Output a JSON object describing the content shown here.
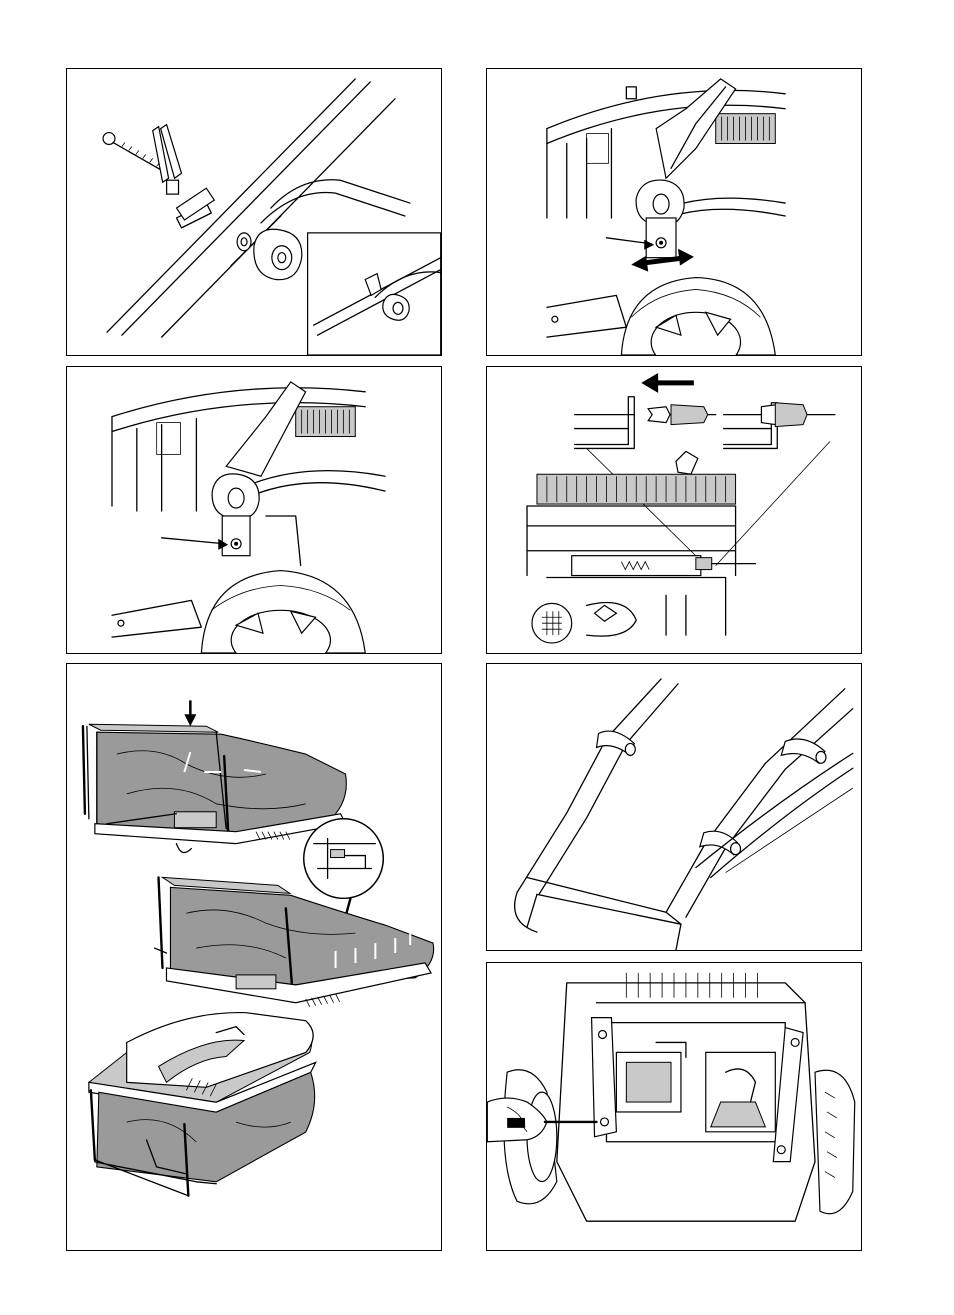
{
  "page": {
    "figures": [
      {
        "id": "p1",
        "subject": "bolt-and-knob-handle-mount"
      },
      {
        "id": "p2",
        "subject": "handle-height-adjust-left"
      },
      {
        "id": "p3",
        "subject": "handle-height-adjust-right"
      },
      {
        "id": "p4",
        "subject": "throttle-cable-connector"
      },
      {
        "id": "p5",
        "subject": "grass-catcher-assembly"
      },
      {
        "id": "p6",
        "subject": "upper-handle-clips"
      },
      {
        "id": "p7",
        "subject": "rear-bracket-screw"
      }
    ]
  }
}
